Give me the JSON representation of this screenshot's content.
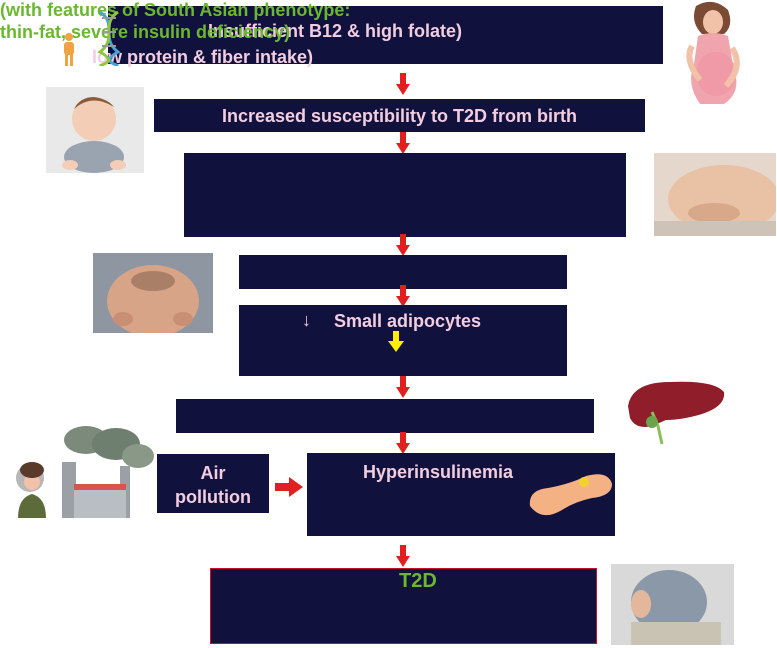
{
  "header": {
    "line_green_1": "(with features of South Asian phenotype:",
    "line_green_2": "thin-fat, severe insulin deficiency)",
    "line_pink_1": "Insufficient B12 & high folate)",
    "line_pink_2": "low protein & fiber intake)"
  },
  "flow": {
    "birth_label": "Increased susceptibility to T2D from birth",
    "adipocytes_label": "Small adipocytes",
    "adipocytes_prefix": "↓",
    "air_pollution_label": "Air pollution",
    "hyperinsulinemia_label": "Hyperinsulinemia",
    "t2d_label": "T2D"
  },
  "colors": {
    "box_fill": "#10113d",
    "arrow_red": "#e02020",
    "yellow_arrow": "#ffee00",
    "green_text": "#6ab82f",
    "pink_text": "#f2cde0",
    "t2d_border": "#c8102e"
  }
}
